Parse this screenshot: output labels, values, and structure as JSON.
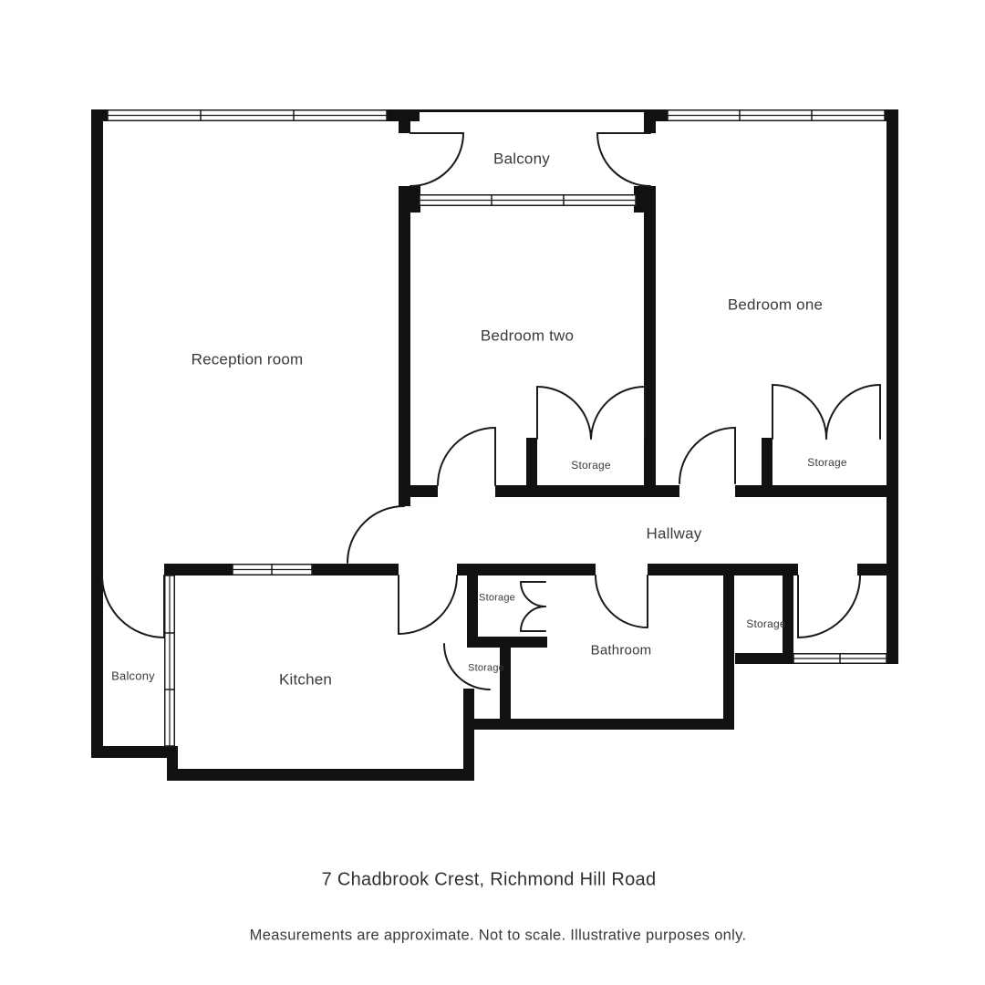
{
  "plan": {
    "rooms": [
      {
        "label": "Balcony"
      },
      {
        "label": "Reception room"
      },
      {
        "label": "Bedroom two"
      },
      {
        "label": "Bedroom one"
      },
      {
        "label": "Storage"
      },
      {
        "label": "Storage"
      },
      {
        "label": "Hallway"
      },
      {
        "label": "Storage"
      },
      {
        "label": "Storage"
      },
      {
        "label": "Bathroom"
      },
      {
        "label": "Storage"
      },
      {
        "label": "Balcony"
      },
      {
        "label": "Kitchen"
      }
    ],
    "footer": {
      "title": "7 Chadbrook Crest, Richmond Hill Road",
      "disclaimer": "Measurements are approximate. Not to scale. Illustrative purposes only."
    },
    "colors": {
      "wall": "#111111",
      "line": "#1a1a1a",
      "text": "#3a3a3a",
      "background": "#ffffff"
    }
  }
}
